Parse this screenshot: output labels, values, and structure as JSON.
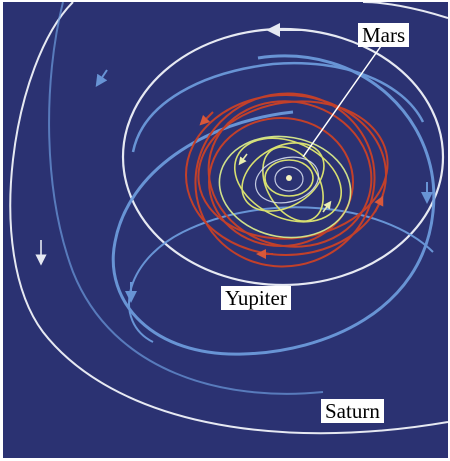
{
  "labels": {
    "mars": "Mars",
    "jupiter": "Yupiter",
    "saturn": "Saturn"
  },
  "colors": {
    "background": "#2b3272",
    "saturn_orbit": "#e6e9f2",
    "jupiter_orbit": "#6f9fe0",
    "mars_orbit": "#c2402a",
    "inner_orbit": "#d8e070",
    "label_background": "#ffffff"
  }
}
